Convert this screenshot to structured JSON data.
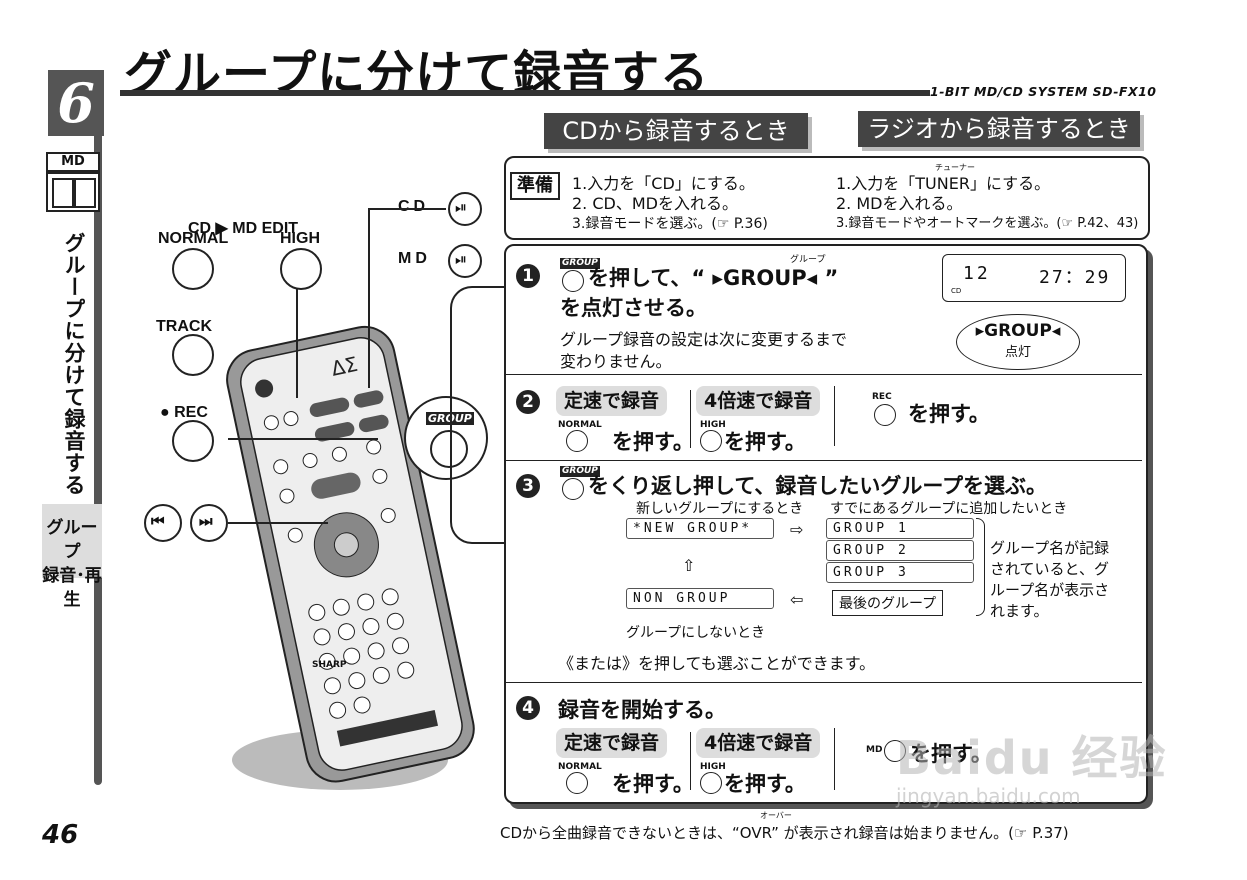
{
  "chapter": {
    "number": "6",
    "md_label": "MD",
    "vertical_title": "グループに分けて録音する",
    "side_tab": [
      "グループ",
      "録音･再生"
    ]
  },
  "page_number": "46",
  "title": "グループに分けて録音する",
  "model": "1-BIT MD/CD SYSTEM  SD-FX10",
  "headers": {
    "cd": "CDから録音するとき",
    "radio": "ラジオから録音するとき"
  },
  "prep": {
    "label": "準備",
    "cd": [
      "1.入力を「CD」にする。",
      "2. CD、MDを入れる。",
      "3.録音モードを選ぶ。(☞ P.36)"
    ],
    "radio_ruby": "チューナー",
    "radio": [
      "1.入力を「TUNER」にする。",
      "2. MDを入れる。",
      "3.録音モードやオートマークを選ぶ。(☞ P.42、43)"
    ]
  },
  "remote": {
    "cd_md_edit": "CD ▶ MD EDIT",
    "normal": "NORMAL",
    "high": "HIGH",
    "track": "TRACK",
    "rec": "● REC",
    "cd": "CD",
    "md": "MD",
    "group": "GROUP",
    "brand": "SHARP"
  },
  "step1": {
    "num": "1",
    "ruby": "グループ",
    "line1": "を押して、“ ▸GROUP◂ ”",
    "line2": "を点灯させる。",
    "note1": "グループ録音の設定は次に変更するまで",
    "note2": "変わりません。",
    "lcd_disc": "12",
    "lcd_time": "27：29",
    "lcd_cd": "CD",
    "bubble": "▸GROUP◂",
    "bubble_sub": "点灯",
    "group_badge": "GROUP"
  },
  "step2": {
    "num": "2",
    "normal_label": "定速で録音",
    "high_label": "4倍速で録音",
    "normal_btn": "NORMAL",
    "high_btn": "HIGH",
    "press": "を押す。",
    "rec_btn": "REC",
    "rec_press": "を押す。"
  },
  "step3": {
    "num": "3",
    "text": "をくり返し押して、録音したいグループを選ぶ。",
    "new_caption": "新しいグループにするとき",
    "existing_caption": "すでにあるグループに追加したいとき",
    "lcd_new": "*NEW GROUP*",
    "lcd_g1": "GROUP 1",
    "lcd_g2": "GROUP 2",
    "lcd_g3": "GROUP 3",
    "lcd_non": "NON GROUP",
    "none_caption": "グループにしないとき",
    "last_group": "最後のグループ",
    "side_note": [
      "グループ名が記録",
      "されていると、グ",
      "ループ名が表示さ",
      "れます。"
    ],
    "hint": "《または》を押しても選ぶことができます。"
  },
  "step4": {
    "num": "4",
    "text": "録音を開始する。",
    "normal_label": "定速で録音",
    "high_label": "4倍速で録音",
    "normal_btn": "NORMAL",
    "high_btn": "HIGH",
    "press": "を押す。",
    "md_btn": "MD",
    "md_press": "を押す。"
  },
  "footer": {
    "ruby": "オーバー",
    "text": "CDから全曲録音できないときは、“OVR” が表示され録音は始まりません。(☞ P.37)"
  },
  "watermark": {
    "main": "Baidu 经验",
    "sub": "jingyan.baidu.com"
  }
}
